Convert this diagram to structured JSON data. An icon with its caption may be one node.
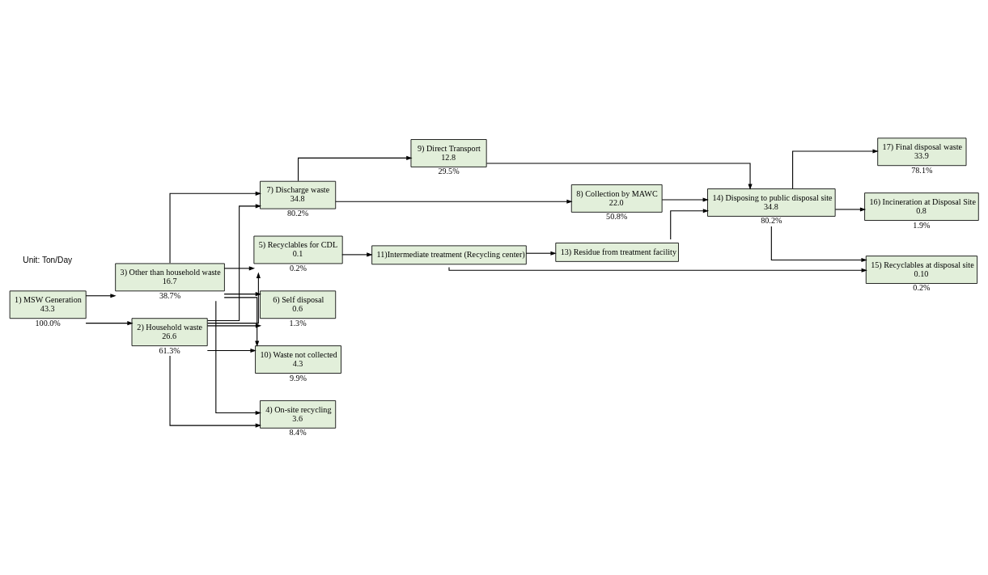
{
  "diagram": {
    "nodes": [
      {
        "text": [
          "1) MSW Generation",
          "43.3"
        ],
        "beside": [
          "100.0%"
        ]
      },
      {
        "text": [
          "2) Household waste",
          "26.6"
        ],
        "beside": [
          "61.3%"
        ]
      },
      {
        "text": [
          "3) Other than household waste",
          "16.7"
        ],
        "beside": [
          "38.7%"
        ]
      },
      {
        "text": [
          "4) On-site recycling",
          "3.6"
        ],
        "beside": [
          "8.4%"
        ]
      },
      {
        "text": [
          "5) Recyclables for CDL",
          "0.1"
        ],
        "beside": [
          "0.2%"
        ]
      },
      {
        "text": [
          "6) Self disposal",
          "0.6"
        ],
        "beside": [
          "1.3%"
        ]
      },
      {
        "text": [
          "7) Discharge waste",
          "34.8"
        ],
        "beside": [
          "80.2%"
        ]
      },
      {
        "text": [
          "8) Collection by MAWC",
          "22.0"
        ],
        "beside": [
          "50.8%"
        ]
      },
      {
        "text": [
          "9) Direct Transport",
          "12.8"
        ],
        "beside": [
          "29.5%"
        ]
      },
      {
        "text": [
          "10) Waste not collected",
          "4.3"
        ],
        "beside": [
          "9.9%"
        ]
      },
      {
        "text": [
          "11)Intermediate treatment (Recycling center)"
        ]
      },
      {
        "text": [
          "13) Residue from treatment facility"
        ]
      },
      {
        "text": [
          "14) Disposing to public disposal site",
          "34.8"
        ],
        "beside": [
          "80.2%"
        ]
      },
      {
        "text": [
          "15) Recyclables at disposal site",
          "0.10"
        ],
        "beside": [
          "0.2%"
        ]
      },
      {
        "text": [
          "16) Incineration at Disposal Site",
          "0.8"
        ],
        "beside": [
          "1.9%"
        ]
      },
      {
        "text": [
          "17) Final disposal waste",
          "33.9"
        ],
        "beside": [
          "78.1%"
        ]
      }
    ],
    "edges": [
      {
        "from": 0,
        "to": 1,
        "arrow": "to"
      },
      {
        "from": 0,
        "to": 2,
        "arrow": "to"
      },
      {
        "from": 1,
        "to": 3,
        "arrow": "to"
      },
      {
        "from": 1,
        "to": 4,
        "arrow": "to"
      },
      {
        "from": 1,
        "to": 5,
        "arrow": "to"
      },
      {
        "from": 1,
        "to": 6,
        "arrow": "to"
      },
      {
        "from": 1,
        "to": 9,
        "arrow": "to"
      },
      {
        "from": 2,
        "to": 3,
        "arrow": "to"
      },
      {
        "from": 2,
        "to": 4,
        "arrow": "to"
      },
      {
        "from": 2,
        "to": 5,
        "arrow": "to"
      },
      {
        "from": 2,
        "to": 6,
        "arrow": "to"
      },
      {
        "from": 2,
        "to": 9,
        "arrow": "to"
      },
      {
        "from": 4,
        "to": 10,
        "arrow": "to"
      },
      {
        "from": 10,
        "to": 13,
        "arrow": "to"
      },
      {
        "from": 10,
        "to": 11,
        "arrow": "to"
      },
      {
        "from": 6,
        "to": 7,
        "arrow": "to"
      },
      {
        "from": 6,
        "to": 8,
        "arrow": "to"
      },
      {
        "from": 7,
        "to": 12,
        "arrow": "to"
      },
      {
        "from": 8,
        "to": 12,
        "arrow": "to"
      },
      {
        "from": 11,
        "to": 12,
        "arrow": "to"
      },
      {
        "from": 12,
        "to": 14,
        "arrow": "to"
      },
      {
        "from": 12,
        "to": 13,
        "arrow": "to"
      },
      {
        "from": 12,
        "to": 15,
        "arrow": "to"
      }
    ],
    "labels": [
      "Unit: Ton/Day"
    ]
  }
}
